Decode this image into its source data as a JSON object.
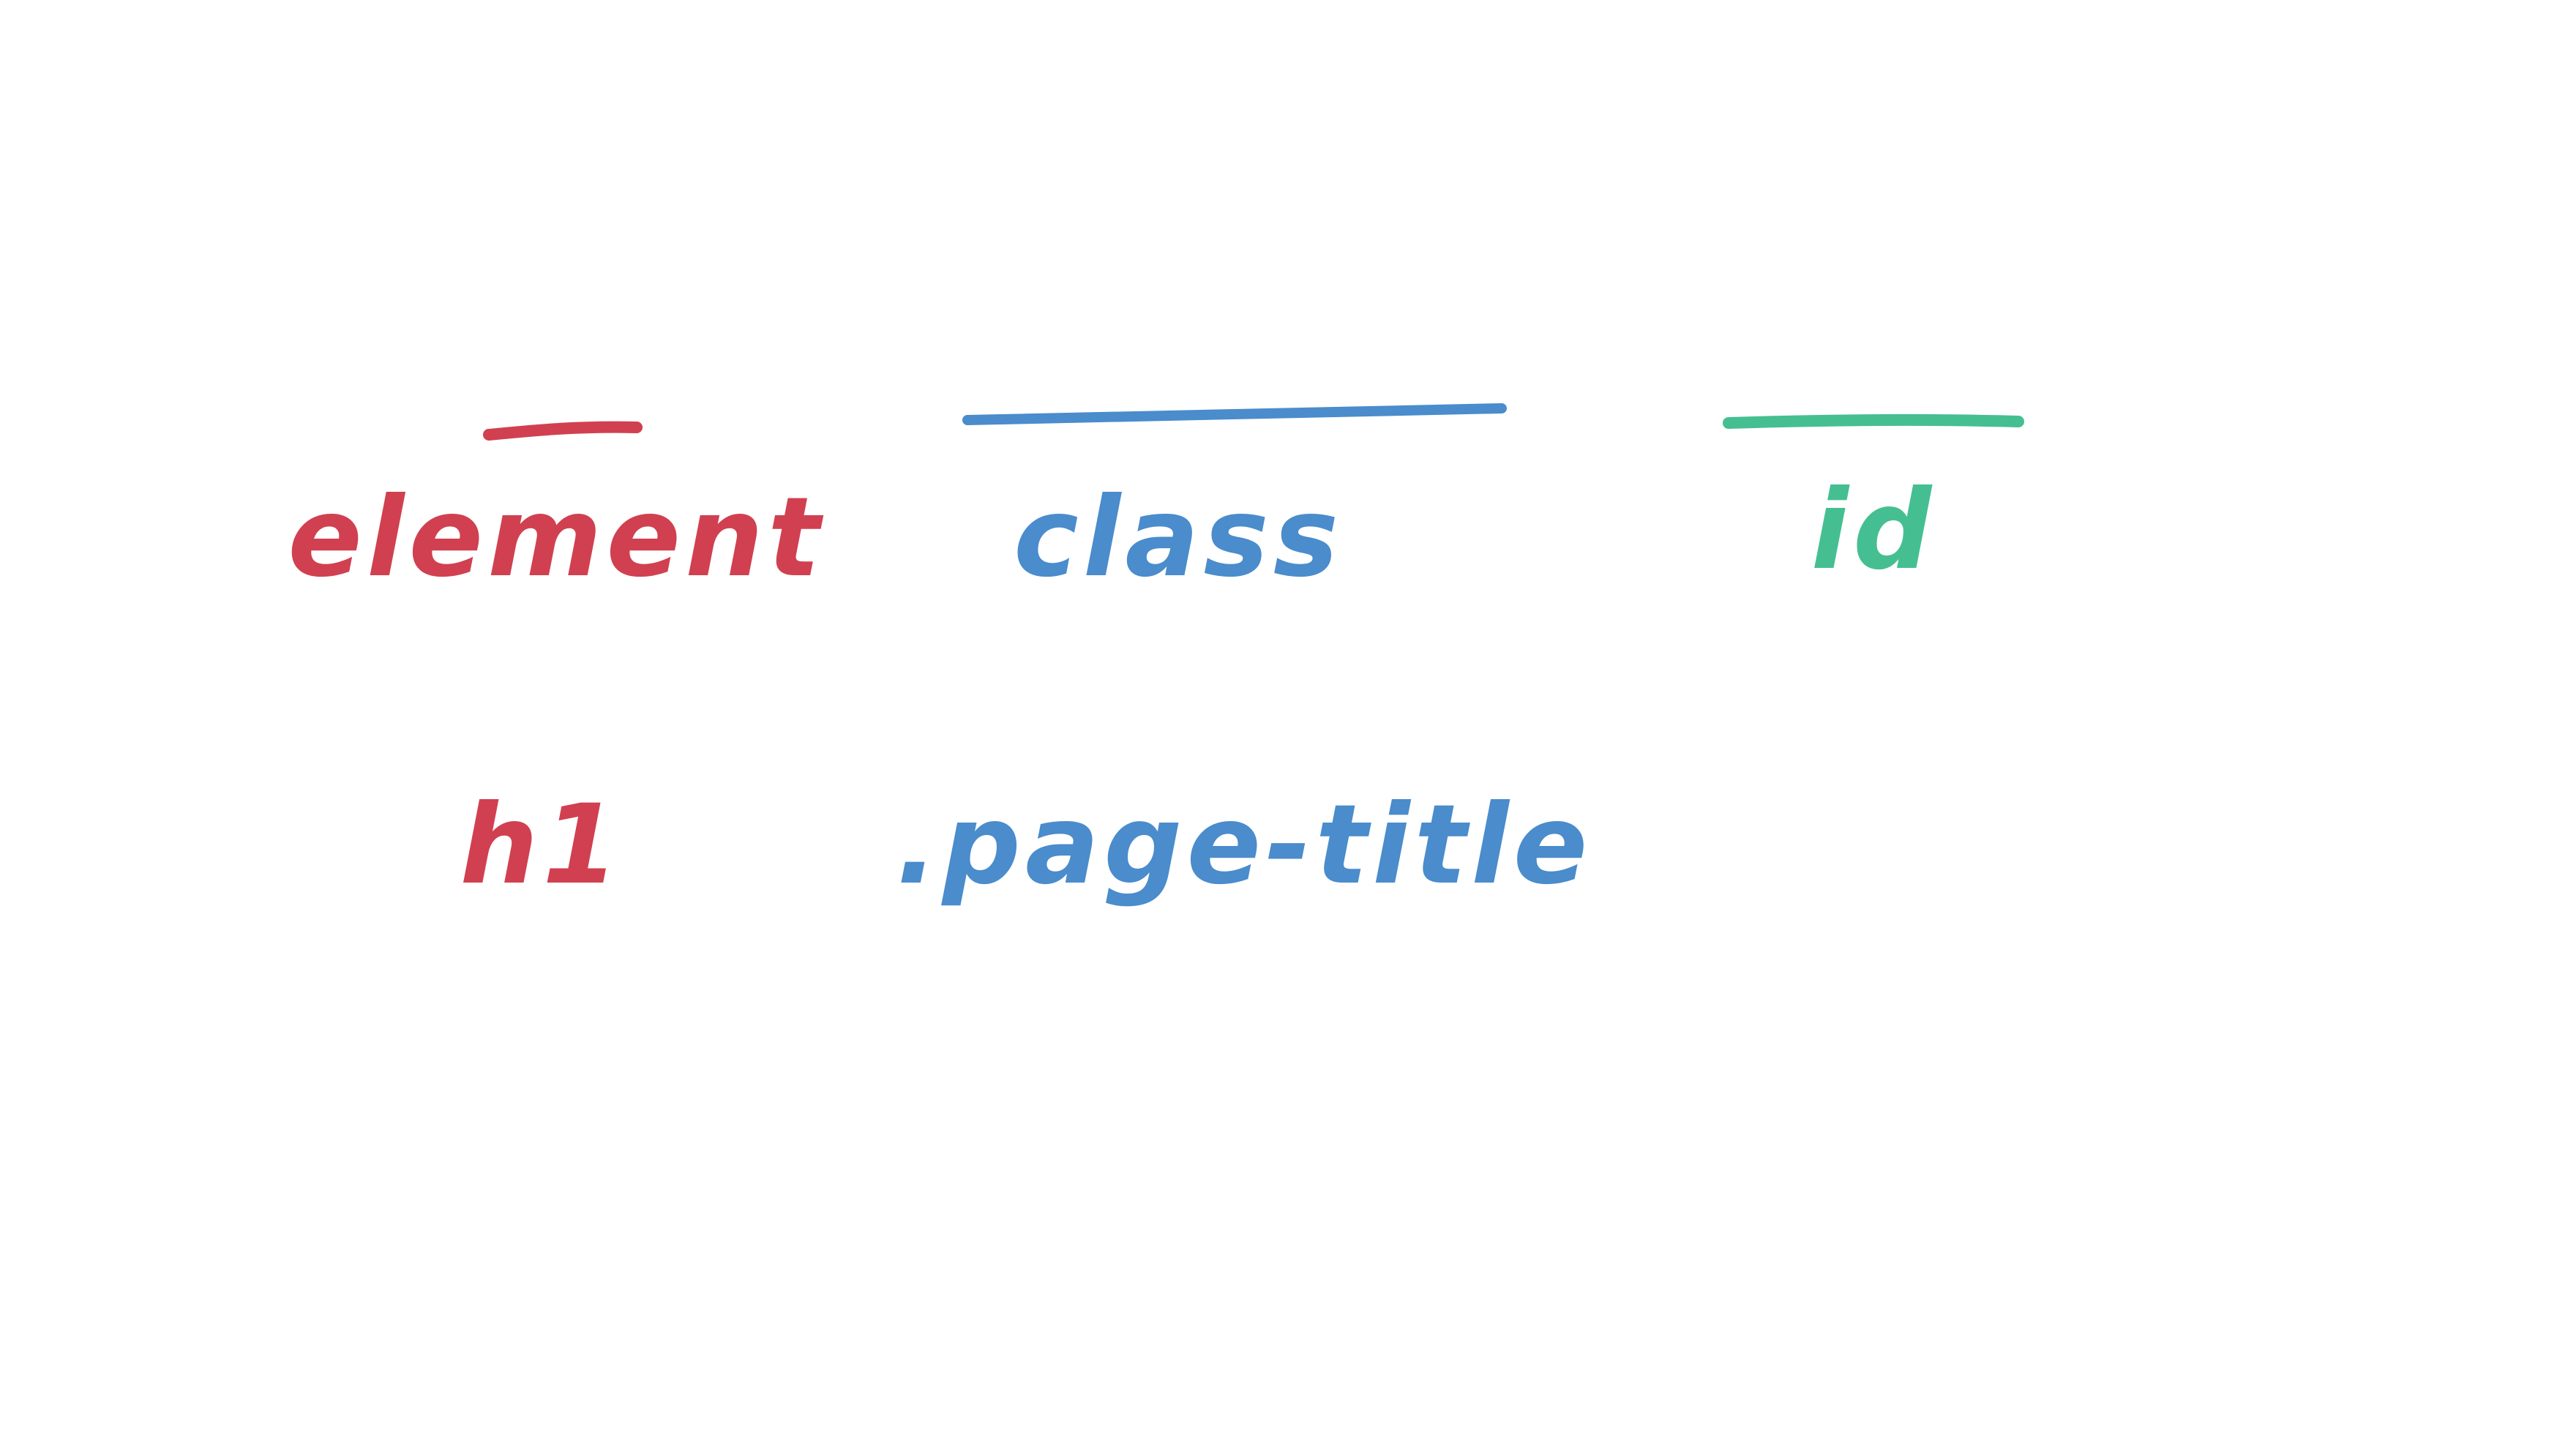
{
  "colors": {
    "element": "#d14050",
    "class": "#4a8ccc",
    "id": "#45bf91"
  },
  "columns": [
    {
      "key": "element",
      "heading": "element",
      "example": "h1"
    },
    {
      "key": "class",
      "heading": "class",
      "example": ".page-title"
    },
    {
      "key": "id",
      "heading": "id",
      "example": ""
    }
  ]
}
